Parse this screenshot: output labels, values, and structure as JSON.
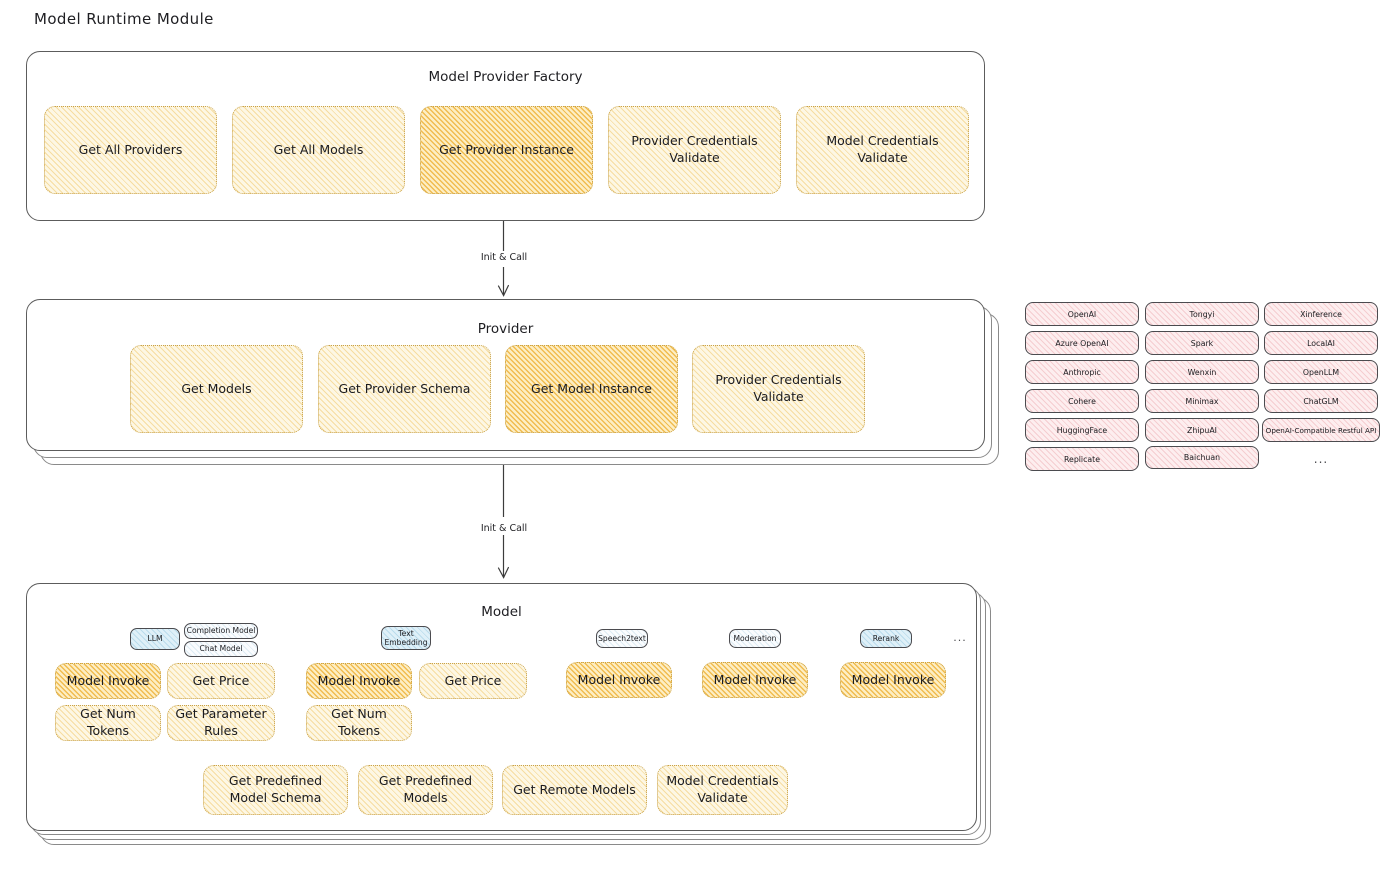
{
  "page": {
    "title": "Model Runtime Module"
  },
  "colors": {
    "accent_light": "#fdf7e4",
    "accent_hot": "#fdeec4",
    "accent_border": "#c8a24a",
    "type_pill": "#dff0f8",
    "provider_pill": "#fdeeef",
    "panel_border": "#5c5c5c"
  },
  "factory": {
    "title": "Model Provider Factory",
    "cards": [
      {
        "label": "Get All Providers",
        "highlighted": false
      },
      {
        "label": "Get All Models",
        "highlighted": false
      },
      {
        "label": "Get Provider Instance",
        "highlighted": true
      },
      {
        "label": "Provider Credentials Validate",
        "highlighted": false
      },
      {
        "label": "Model Credentials Validate",
        "highlighted": false
      }
    ]
  },
  "arrow1": {
    "label": "Init & Call"
  },
  "provider": {
    "title": "Provider",
    "cards": [
      {
        "label": "Get Models",
        "highlighted": false
      },
      {
        "label": "Get Provider Schema",
        "highlighted": false
      },
      {
        "label": "Get Model Instance",
        "highlighted": true
      },
      {
        "label": "Provider Credentials Validate",
        "highlighted": false
      }
    ]
  },
  "arrow2": {
    "label": "Init & Call"
  },
  "provider_list": {
    "columns": [
      {
        "items": [
          "OpenAI",
          "Azure OpenAI",
          "Anthropic",
          "Cohere",
          "HuggingFace",
          "Replicate"
        ]
      },
      {
        "items": [
          "Tongyi",
          "Spark",
          "Wenxin",
          "Minimax",
          "ZhipuAI",
          "Baichuan"
        ]
      },
      {
        "items": [
          "Xinference",
          "LocalAI",
          "OpenLLM",
          "ChatGLM",
          "OpenAI-Compatible Restful API"
        ]
      }
    ],
    "more": "..."
  },
  "model": {
    "title": "Model",
    "more": "...",
    "types": [
      {
        "name": "LLM",
        "style": "blue",
        "subtypes": [
          "Completion Model",
          "Chat Model"
        ],
        "cards": [
          {
            "label": "Model Invoke",
            "highlighted": true
          },
          {
            "label": "Get Price",
            "highlighted": false
          },
          {
            "label": "Get Num Tokens",
            "highlighted": false
          },
          {
            "label": "Get Parameter Rules",
            "highlighted": false
          }
        ]
      },
      {
        "name": "Text Embedding",
        "style": "blue",
        "subtypes": [],
        "cards": [
          {
            "label": "Model Invoke",
            "highlighted": true
          },
          {
            "label": "Get Price",
            "highlighted": false
          },
          {
            "label": "Get Num Tokens",
            "highlighted": false
          }
        ]
      },
      {
        "name": "Speech2text",
        "style": "white",
        "subtypes": [],
        "cards": [
          {
            "label": "Model Invoke",
            "highlighted": true
          }
        ]
      },
      {
        "name": "Moderation",
        "style": "white",
        "subtypes": [],
        "cards": [
          {
            "label": "Model Invoke",
            "highlighted": true
          }
        ]
      },
      {
        "name": "Rerank",
        "style": "blue",
        "subtypes": [],
        "cards": [
          {
            "label": "Model Invoke",
            "highlighted": true
          }
        ]
      }
    ],
    "common_cards": [
      {
        "label": "Get Predefined Model Schema"
      },
      {
        "label": "Get Predefined Models"
      },
      {
        "label": "Get Remote Models"
      },
      {
        "label": "Model Credentials Validate"
      }
    ]
  }
}
